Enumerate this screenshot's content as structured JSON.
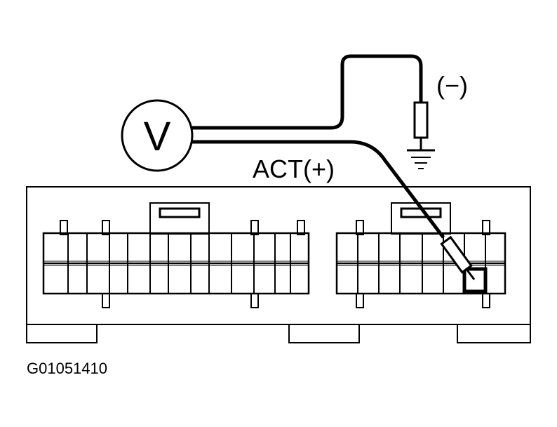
{
  "meter": {
    "symbol": "V"
  },
  "labels": {
    "positive_probe": "ACT(+)",
    "negative_probe": "(−)"
  },
  "figure_id": "G01051410",
  "colors": {
    "ink": "#000000",
    "background": "#ffffff"
  }
}
